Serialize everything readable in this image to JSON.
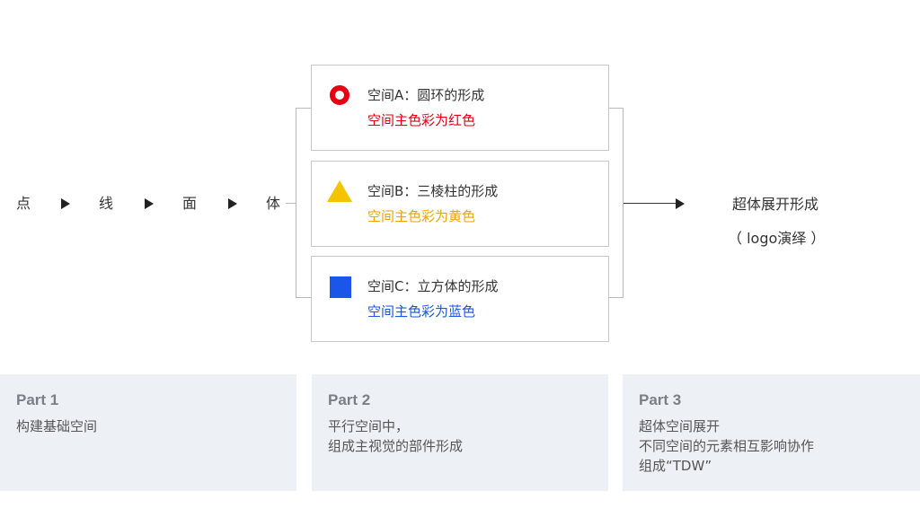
{
  "flow": {
    "steps": [
      "点",
      "线",
      "面",
      "体"
    ]
  },
  "cards": [
    {
      "title": "空间A：圆环的形成",
      "subtitle": "空间主色彩为红色",
      "color": "#e60012",
      "icon": "ring-icon"
    },
    {
      "title": "空间B：三棱柱的形成",
      "subtitle": "空间主色彩为黄色",
      "color": "#f5a200",
      "icon": "triangle-icon"
    },
    {
      "title": "空间C：立方体的形成",
      "subtitle": "空间主色彩为蓝色",
      "color": "#1a56e8",
      "icon": "square-icon"
    }
  ],
  "result": {
    "title": "超体展开形成",
    "subtitle": "（ logo演绎 ）"
  },
  "parts": [
    {
      "title": "Part 1",
      "lines": [
        "构建基础空间"
      ]
    },
    {
      "title": "Part 2",
      "lines": [
        "平行空间中，",
        "组成主视觉的部件形成"
      ]
    },
    {
      "title": "Part 3",
      "lines": [
        "超体空间展开",
        "不同空间的元素相互影响协作",
        "组成“TDW”"
      ]
    }
  ],
  "colors": {
    "panel_bg": "#edf1f6",
    "red": "#e60012",
    "yellow": "#f5a200",
    "blue": "#1a56e8"
  }
}
